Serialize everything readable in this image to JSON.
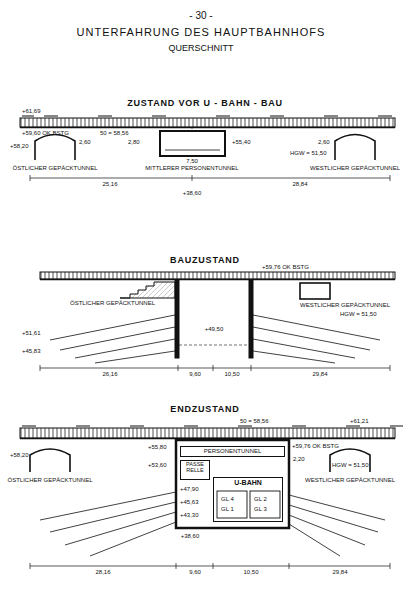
{
  "diagram": {
    "title": "UNTERFAHRUNG DES HAUPTBAHNHOFS",
    "nodes": [
      {
        "text": [
          "PERSONENTUNNEL"
        ]
      },
      {
        "text": [
          "PASSE RELLE"
        ]
      },
      {
        "text": [
          "U-BAHN"
        ]
      }
    ],
    "labels": [
      "- 30 -",
      "QUERSCHNITT",
      "ZUSTAND VOR U - BAHN - BAU",
      "+61,69",
      "+59,60 OK BSTG",
      "50 = 58,56",
      "+58,20",
      "2,60",
      "2,80",
      "+55,40",
      "HGW = 51,50",
      "2,60",
      "ÖSTLICHER GEPÄCKTUNNEL",
      "MITTLERER PERSONENTUNNEL",
      "WESTLICHER GEPÄCKTUNNEL",
      "7,50",
      "25,16",
      "28,84",
      "+38,60",
      "BAUZUSTAND",
      "+59,76 OK BSTG",
      "ÖSTLICHER GEPÄCKTUNNEL",
      "WESTLICHER GEPÄCKTUNNEL",
      "HGW = 51,50",
      "+51,61",
      "+45,83",
      "+49,50",
      "26,16",
      "9,60",
      "10,50",
      "29,84",
      "ENDZUSTAND",
      "+61,21",
      "50 = 58,56",
      "+59,76 OK BSTG",
      "+58,20",
      "+55,80",
      "+53,60",
      "2,20",
      "HGW = 51,50",
      "GL 4",
      "GL 1",
      "GL 2",
      "GL 3",
      "+47,90",
      "+45,63",
      "+43,30",
      "ÖSTLICHER GEPÄCKTUNNEL",
      "WESTLICHER GEPÄCKTUNNEL",
      "+38,60",
      "9,60",
      "10,50",
      "28,16",
      "29,84"
    ]
  }
}
